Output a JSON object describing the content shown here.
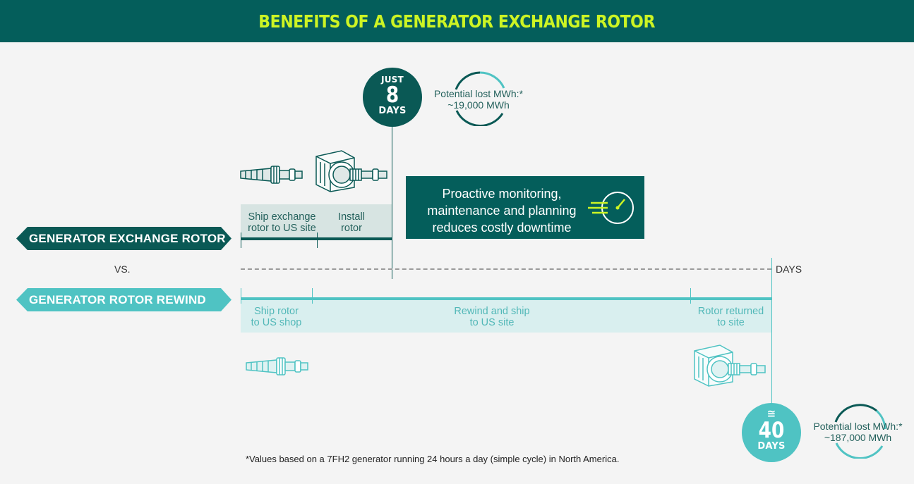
{
  "title": "BENEFITS OF A GENERATOR  EXCHANGE ROTOR",
  "exchange": {
    "label": "GENERATOR EXCHANGE ROTOR",
    "step1": [
      "Ship exchange",
      "rotor to US site"
    ],
    "step2": [
      "Install",
      "rotor"
    ],
    "duration_prefix": "JUST",
    "duration_value": "8",
    "duration_unit": "DAYS",
    "lost_label": "Potential lost MWh:*",
    "lost_value": "~19,000 MWh"
  },
  "vs": "VS.",
  "axis_label": "DAYS",
  "rewind": {
    "label": "GENERATOR ROTOR REWIND",
    "step1": [
      "Ship rotor",
      "to US shop"
    ],
    "step2": [
      "Rewind and ship",
      "to US site"
    ],
    "step3": [
      "Rotor returned",
      "to site"
    ],
    "duration_prefix": "≅",
    "duration_value": "40",
    "duration_unit": "DAYS",
    "lost_label": "Potential lost MWh:*",
    "lost_value": "~187,000 MWh"
  },
  "callout": "Proactive monitoring, maintenance and planning reduces costly downtime",
  "footnote": "*Values based on a 7FH2 generator running 24 hours a day (simple cycle) in North America.",
  "icons": [
    "rotor-shaft-icon",
    "stator-with-rotor-icon",
    "speedometer-icon"
  ],
  "colors": {
    "dark_teal": "#0a5955",
    "light_teal": "#4fc3c3",
    "accent_lime": "#cdf424"
  }
}
